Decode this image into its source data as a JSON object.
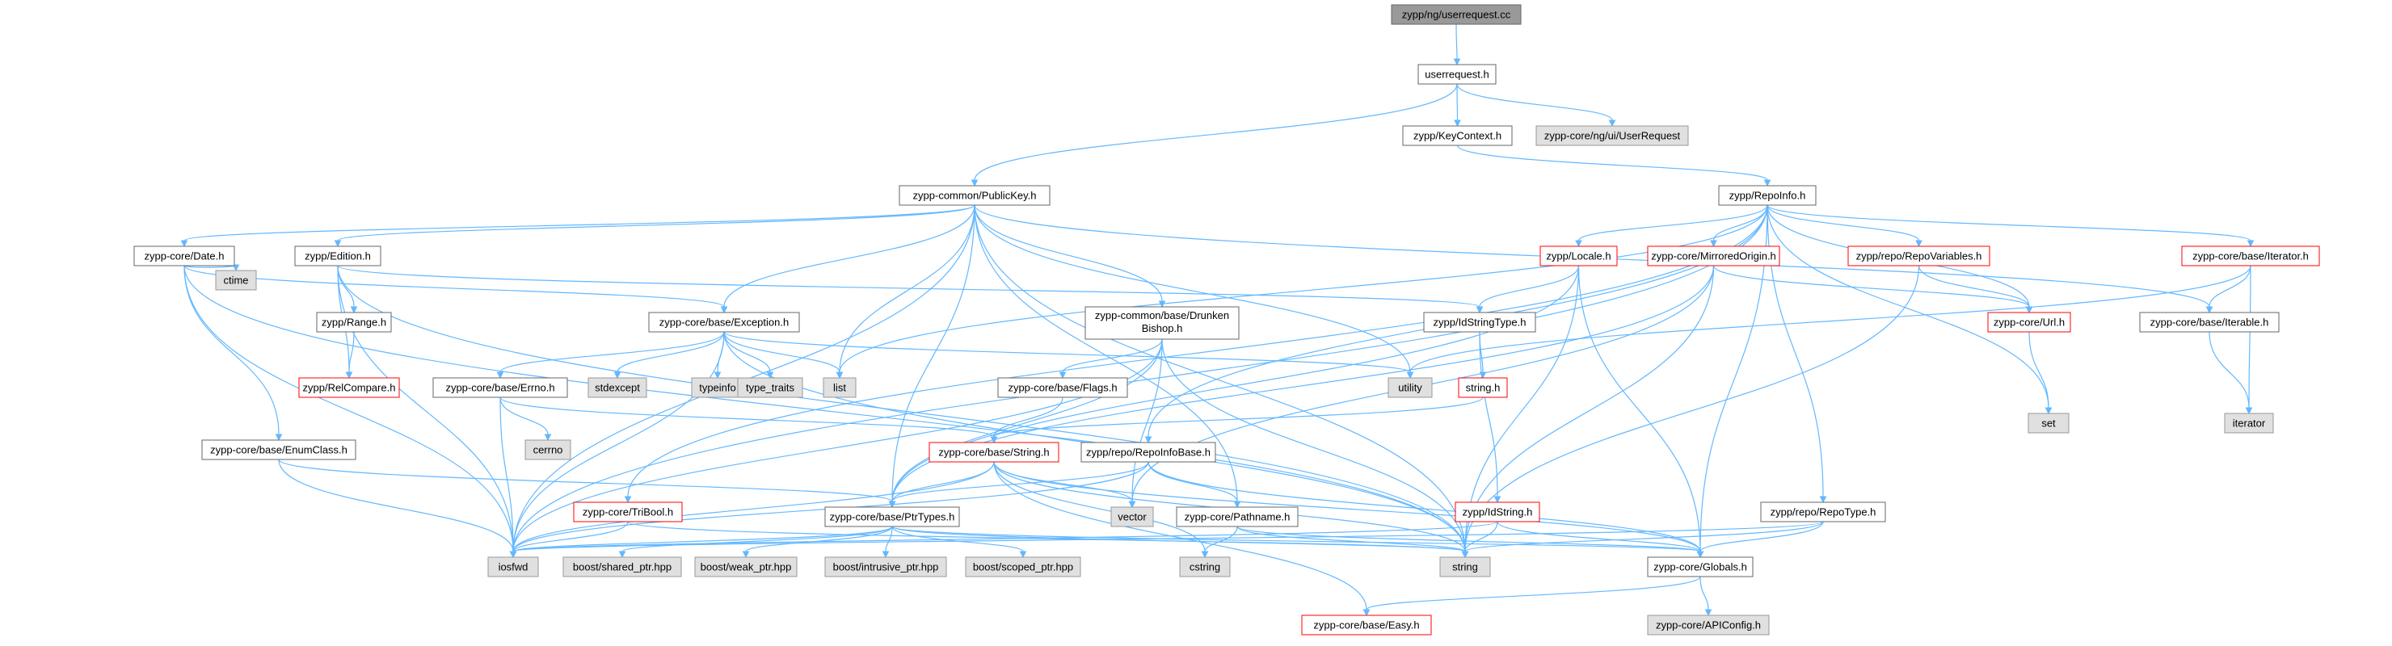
{
  "title": "zypp/ng/userrequest.cc",
  "colors": {
    "edge": "#63b8ff",
    "border_red": "#ff0000",
    "border_plain": "#666666",
    "fill_gray": "#e0e0e0",
    "fill_root": "#999999"
  },
  "nodes": [
    {
      "id": "root",
      "label": "zypp/ng/userrequest.cc",
      "style": "root"
    },
    {
      "id": "userrequest_h",
      "label": "userrequest.h",
      "style": "plain"
    },
    {
      "id": "keycontext_h",
      "label": "zypp/KeyContext.h",
      "style": "plain"
    },
    {
      "id": "ui_userrequest",
      "label": "zypp-core/ng/ui/UserRequest",
      "style": "gray"
    },
    {
      "id": "publickey_h",
      "label": "zypp-common/PublicKey.h",
      "style": "plain"
    },
    {
      "id": "repoinfo_h",
      "label": "zypp/RepoInfo.h",
      "style": "plain"
    },
    {
      "id": "date_h",
      "label": "zypp-core/Date.h",
      "style": "plain"
    },
    {
      "id": "edition_h",
      "label": "zypp/Edition.h",
      "style": "plain"
    },
    {
      "id": "locale_h",
      "label": "zypp/Locale.h",
      "style": "red"
    },
    {
      "id": "mirroredorigin_h",
      "label": "zypp-core/MirroredOrigin.h",
      "style": "red"
    },
    {
      "id": "repovariables_h",
      "label": "zypp/repo/RepoVariables.h",
      "style": "red"
    },
    {
      "id": "iterator_h",
      "label": "zypp-core/base/Iterator.h",
      "style": "red"
    },
    {
      "id": "ctime",
      "label": "ctime",
      "style": "gray"
    },
    {
      "id": "range_h",
      "label": "zypp/Range.h",
      "style": "plain"
    },
    {
      "id": "exception_h",
      "label": "zypp-core/base/Exception.h",
      "style": "plain"
    },
    {
      "id": "drunkenbishop_h",
      "label": "zypp-common/base/Drunken Bishop.h",
      "style": "plain"
    },
    {
      "id": "idstringtype_h",
      "label": "zypp/IdStringType.h",
      "style": "plain"
    },
    {
      "id": "url_h",
      "label": "zypp-core/Url.h",
      "style": "red"
    },
    {
      "id": "iterable_h",
      "label": "zypp-core/base/Iterable.h",
      "style": "plain"
    },
    {
      "id": "relcompare_h",
      "label": "zypp/RelCompare.h",
      "style": "red"
    },
    {
      "id": "errno_h",
      "label": "zypp-core/base/Errno.h",
      "style": "plain"
    },
    {
      "id": "stdexcept",
      "label": "stdexcept",
      "style": "gray"
    },
    {
      "id": "typeinfo",
      "label": "typeinfo",
      "style": "gray"
    },
    {
      "id": "type_traits",
      "label": "type_traits",
      "style": "gray"
    },
    {
      "id": "list",
      "label": "list",
      "style": "gray"
    },
    {
      "id": "flags_h",
      "label": "zypp-core/base/Flags.h",
      "style": "plain"
    },
    {
      "id": "utility",
      "label": "utility",
      "style": "gray"
    },
    {
      "id": "string_h",
      "label": "string.h",
      "style": "red"
    },
    {
      "id": "set",
      "label": "set",
      "style": "gray"
    },
    {
      "id": "iterator",
      "label": "iterator",
      "style": "gray"
    },
    {
      "id": "cerrno",
      "label": "cerrno",
      "style": "gray"
    },
    {
      "id": "enumclass_h",
      "label": "zypp-core/base/EnumClass.h",
      "style": "plain"
    },
    {
      "id": "basestring_h",
      "label": "zypp-core/base/String.h",
      "style": "red"
    },
    {
      "id": "repoinfobase_h",
      "label": "zypp/repo/RepoInfoBase.h",
      "style": "plain"
    },
    {
      "id": "tribool_h",
      "label": "zypp-core/TriBool.h",
      "style": "red"
    },
    {
      "id": "ptrtypes_h",
      "label": "zypp-core/base/PtrTypes.h",
      "style": "plain"
    },
    {
      "id": "vector",
      "label": "vector",
      "style": "gray"
    },
    {
      "id": "pathname_h",
      "label": "zypp-core/Pathname.h",
      "style": "plain"
    },
    {
      "id": "idstring_h",
      "label": "zypp/IdString.h",
      "style": "red"
    },
    {
      "id": "repotype_h",
      "label": "zypp/repo/RepoType.h",
      "style": "plain"
    },
    {
      "id": "iosfwd",
      "label": "iosfwd",
      "style": "gray"
    },
    {
      "id": "shared_ptr",
      "label": "boost/shared_ptr.hpp",
      "style": "gray"
    },
    {
      "id": "weak_ptr",
      "label": "boost/weak_ptr.hpp",
      "style": "gray"
    },
    {
      "id": "intrusive_ptr",
      "label": "boost/intrusive_ptr.hpp",
      "style": "gray"
    },
    {
      "id": "scoped_ptr",
      "label": "boost/scoped_ptr.hpp",
      "style": "gray"
    },
    {
      "id": "cstring",
      "label": "cstring",
      "style": "gray"
    },
    {
      "id": "string",
      "label": "string",
      "style": "gray"
    },
    {
      "id": "globals_h",
      "label": "zypp-core/Globals.h",
      "style": "plain"
    },
    {
      "id": "easy_h",
      "label": "zypp-core/base/Easy.h",
      "style": "red"
    },
    {
      "id": "apiconfig_h",
      "label": "zypp-core/APIConfig.h",
      "style": "gray"
    }
  ],
  "edges": [
    [
      "root",
      "userrequest_h"
    ],
    [
      "userrequest_h",
      "keycontext_h"
    ],
    [
      "userrequest_h",
      "ui_userrequest"
    ],
    [
      "userrequest_h",
      "publickey_h"
    ],
    [
      "keycontext_h",
      "repoinfo_h"
    ],
    [
      "publickey_h",
      "date_h"
    ],
    [
      "publickey_h",
      "edition_h"
    ],
    [
      "publickey_h",
      "exception_h"
    ],
    [
      "publickey_h",
      "drunkenbishop_h"
    ],
    [
      "publickey_h",
      "list"
    ],
    [
      "publickey_h",
      "utility"
    ],
    [
      "publickey_h",
      "ptrtypes_h"
    ],
    [
      "publickey_h",
      "pathname_h"
    ],
    [
      "publickey_h",
      "iosfwd"
    ],
    [
      "publickey_h",
      "string"
    ],
    [
      "publickey_h",
      "iterable_h"
    ],
    [
      "repoinfo_h",
      "locale_h"
    ],
    [
      "repoinfo_h",
      "mirroredorigin_h"
    ],
    [
      "repoinfo_h",
      "repovariables_h"
    ],
    [
      "repoinfo_h",
      "iterator_h"
    ],
    [
      "repoinfo_h",
      "url_h"
    ],
    [
      "repoinfo_h",
      "set"
    ],
    [
      "repoinfo_h",
      "repotype_h"
    ],
    [
      "repoinfo_h",
      "repoinfobase_h"
    ],
    [
      "repoinfo_h",
      "tribool_h"
    ],
    [
      "repoinfo_h",
      "list"
    ],
    [
      "repoinfo_h",
      "globals_h"
    ],
    [
      "repoinfo_h",
      "iosfwd"
    ],
    [
      "date_h",
      "ctime"
    ],
    [
      "date_h",
      "iosfwd"
    ],
    [
      "date_h",
      "string"
    ],
    [
      "date_h",
      "exception_h"
    ],
    [
      "date_h",
      "enumclass_h"
    ],
    [
      "edition_h",
      "range_h"
    ],
    [
      "edition_h",
      "relcompare_h"
    ],
    [
      "edition_h",
      "idstringtype_h"
    ],
    [
      "edition_h",
      "iosfwd"
    ],
    [
      "edition_h",
      "string"
    ],
    [
      "range_h",
      "relcompare_h"
    ],
    [
      "locale_h",
      "idstringtype_h"
    ],
    [
      "locale_h",
      "string"
    ],
    [
      "locale_h",
      "ptrtypes_h"
    ],
    [
      "locale_h",
      "globals_h"
    ],
    [
      "mirroredorigin_h",
      "url_h"
    ],
    [
      "mirroredorigin_h",
      "vector"
    ],
    [
      "mirroredorigin_h",
      "string"
    ],
    [
      "mirroredorigin_h",
      "ptrtypes_h"
    ],
    [
      "repovariables_h",
      "url_h"
    ],
    [
      "repovariables_h",
      "string"
    ],
    [
      "iterator_h",
      "iterable_h"
    ],
    [
      "iterator_h",
      "iterator"
    ],
    [
      "iterator_h",
      "utility"
    ],
    [
      "exception_h",
      "errno_h"
    ],
    [
      "exception_h",
      "stdexcept"
    ],
    [
      "exception_h",
      "typeinfo"
    ],
    [
      "exception_h",
      "type_traits"
    ],
    [
      "exception_h",
      "list"
    ],
    [
      "exception_h",
      "utility"
    ],
    [
      "exception_h",
      "iosfwd"
    ],
    [
      "exception_h",
      "string"
    ],
    [
      "drunkenbishop_h",
      "flags_h"
    ],
    [
      "drunkenbishop_h",
      "vector"
    ],
    [
      "drunkenbishop_h",
      "string"
    ],
    [
      "drunkenbishop_h",
      "ptrtypes_h"
    ],
    [
      "drunkenbishop_h",
      "iosfwd"
    ],
    [
      "idstringtype_h",
      "string_h"
    ],
    [
      "idstringtype_h",
      "idstring_h"
    ],
    [
      "url_h",
      "set"
    ],
    [
      "iterable_h",
      "iterator"
    ],
    [
      "errno_h",
      "cerrno"
    ],
    [
      "errno_h",
      "iosfwd"
    ],
    [
      "errno_h",
      "basestring_h"
    ],
    [
      "flags_h",
      "basestring_h"
    ],
    [
      "string_h",
      "basestring_h"
    ],
    [
      "enumclass_h",
      "ptrtypes_h"
    ],
    [
      "enumclass_h",
      "iosfwd"
    ],
    [
      "basestring_h",
      "iosfwd"
    ],
    [
      "basestring_h",
      "vector"
    ],
    [
      "basestring_h",
      "string"
    ],
    [
      "basestring_h",
      "cstring"
    ],
    [
      "basestring_h",
      "ptrtypes_h"
    ],
    [
      "basestring_h",
      "easy_h"
    ],
    [
      "basestring_h",
      "globals_h"
    ],
    [
      "repoinfobase_h",
      "ptrtypes_h"
    ],
    [
      "repoinfobase_h",
      "pathname_h"
    ],
    [
      "repoinfobase_h",
      "iosfwd"
    ],
    [
      "repoinfobase_h",
      "globals_h"
    ],
    [
      "tribool_h",
      "iosfwd"
    ],
    [
      "tribool_h",
      "string"
    ],
    [
      "ptrtypes_h",
      "iosfwd"
    ],
    [
      "ptrtypes_h",
      "shared_ptr"
    ],
    [
      "ptrtypes_h",
      "weak_ptr"
    ],
    [
      "ptrtypes_h",
      "intrusive_ptr"
    ],
    [
      "ptrtypes_h",
      "scoped_ptr"
    ],
    [
      "ptrtypes_h",
      "string"
    ],
    [
      "ptrtypes_h",
      "globals_h"
    ],
    [
      "pathname_h",
      "string"
    ],
    [
      "pathname_h",
      "cstring"
    ],
    [
      "pathname_h",
      "globals_h"
    ],
    [
      "idstring_h",
      "string"
    ],
    [
      "idstring_h",
      "iosfwd"
    ],
    [
      "idstring_h",
      "globals_h"
    ],
    [
      "repotype_h",
      "globals_h"
    ],
    [
      "repotype_h",
      "iosfwd"
    ],
    [
      "repotype_h",
      "string"
    ],
    [
      "globals_h",
      "easy_h"
    ],
    [
      "globals_h",
      "apiconfig_h"
    ]
  ]
}
